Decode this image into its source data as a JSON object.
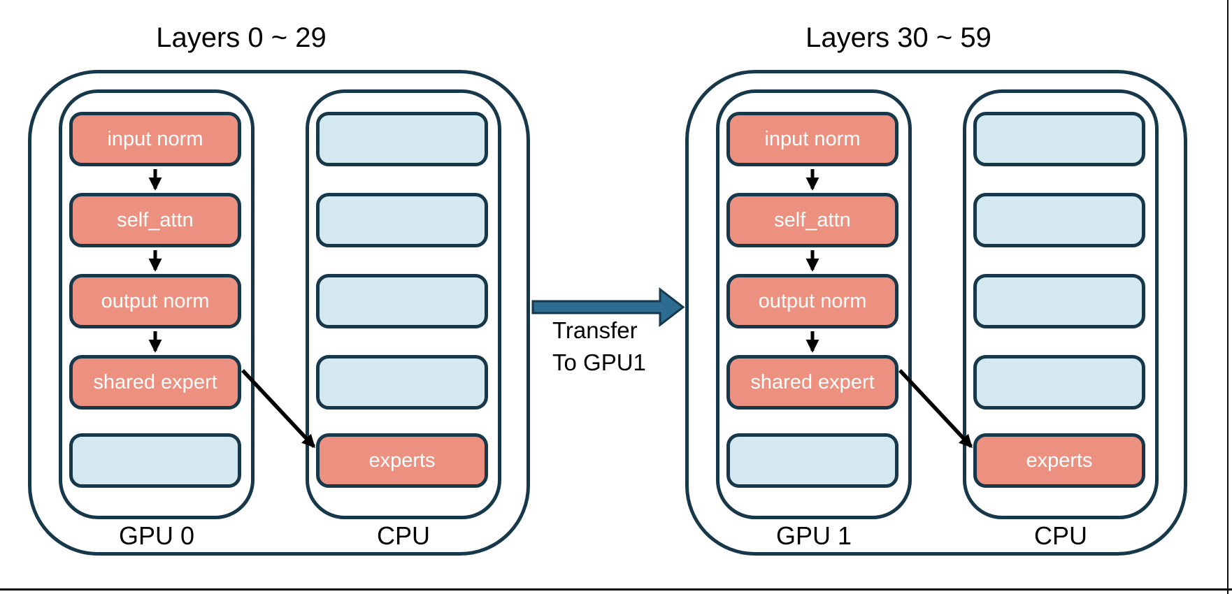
{
  "colors": {
    "background": "#ffffff",
    "outline": "#16384A",
    "module_fill": "#EC9080",
    "empty_fill": "#D3E8EF",
    "transfer_fill": "#2B6C90",
    "text_on_module": "#ffffff",
    "text": "#000000"
  },
  "groups": [
    {
      "title": "Layers 0 ~ 29",
      "gpu": {
        "label": "GPU 0",
        "boxes": [
          {
            "label": "input norm",
            "type": "module"
          },
          {
            "label": "self_attn",
            "type": "module"
          },
          {
            "label": "output norm",
            "type": "module"
          },
          {
            "label": "shared expert",
            "type": "module"
          },
          {
            "label": "",
            "type": "empty"
          }
        ]
      },
      "cpu": {
        "label": "CPU",
        "boxes": [
          {
            "label": "",
            "type": "empty"
          },
          {
            "label": "",
            "type": "empty"
          },
          {
            "label": "",
            "type": "empty"
          },
          {
            "label": "",
            "type": "empty"
          },
          {
            "label": "experts",
            "type": "module"
          }
        ]
      }
    },
    {
      "title": "Layers 30 ~ 59",
      "gpu": {
        "label": "GPU 1",
        "boxes": [
          {
            "label": "input norm",
            "type": "module"
          },
          {
            "label": "self_attn",
            "type": "module"
          },
          {
            "label": "output norm",
            "type": "module"
          },
          {
            "label": "shared expert",
            "type": "module"
          },
          {
            "label": "",
            "type": "empty"
          }
        ]
      },
      "cpu": {
        "label": "CPU",
        "boxes": [
          {
            "label": "",
            "type": "empty"
          },
          {
            "label": "",
            "type": "empty"
          },
          {
            "label": "",
            "type": "empty"
          },
          {
            "label": "",
            "type": "empty"
          },
          {
            "label": "experts",
            "type": "module"
          }
        ]
      }
    }
  ],
  "transfer": {
    "line1": "Transfer",
    "line2": "To GPU1"
  }
}
